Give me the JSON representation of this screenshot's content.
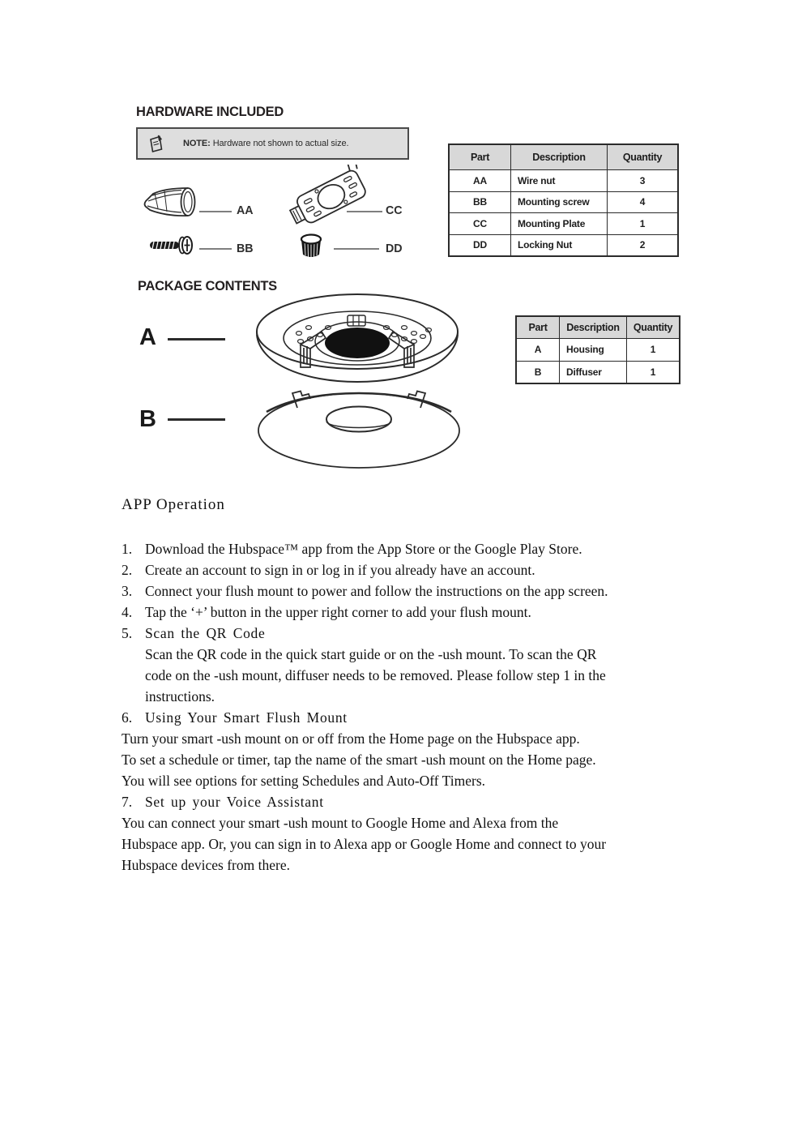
{
  "hardware_section": {
    "heading": "HARDWARE INCLUDED",
    "note": {
      "label": "NOTE:",
      "text": " Hardware not shown to actual size.",
      "icon": "note-icon"
    },
    "items": [
      {
        "label": "AA",
        "icon": "wire-nut-illustration"
      },
      {
        "label": "BB",
        "icon": "mounting-screw-illustration"
      },
      {
        "label": "CC",
        "icon": "mounting-plate-illustration"
      },
      {
        "label": "DD",
        "icon": "locking-nut-illustration"
      }
    ],
    "table": {
      "headers": [
        "Part",
        "Description",
        "Quantity"
      ],
      "rows": [
        [
          "AA",
          "Wire nut",
          "3"
        ],
        [
          "BB",
          "Mounting screw",
          "4"
        ],
        [
          "CC",
          "Mounting Plate",
          "1"
        ],
        [
          "DD",
          "Locking Nut",
          "2"
        ]
      ]
    }
  },
  "package_section": {
    "heading": "PACKAGE CONTENTS",
    "items": [
      {
        "label": "A",
        "icon": "housing-illustration"
      },
      {
        "label": "B",
        "icon": "diffuser-illustration"
      }
    ],
    "table": {
      "headers": [
        "Part",
        "Description",
        "Quantity"
      ],
      "rows": [
        [
          "A",
          "Housing",
          "1"
        ],
        [
          "B",
          "Diffuser",
          "1"
        ]
      ]
    }
  },
  "app_operation": {
    "title": "APP Operation",
    "lines": [
      {
        "num": "1.",
        "text": "Download the Hubspace™ app from the App Store or the Google Play Store."
      },
      {
        "num": "2.",
        "text": "Create an account to sign in or log in if you already have an account."
      },
      {
        "num": "3.",
        "text": "Connect your flush mount to power and follow the instructions on the app screen."
      },
      {
        "num": "4.",
        "text": "Tap the ‘+’ button in the upper right corner to add your flush mount."
      },
      {
        "num": "5.",
        "text": "Scan the QR Code"
      },
      {
        "num": "",
        "text": "Scan the QR code in the quick start guide or on the -ush mount. To scan the QR"
      },
      {
        "num": "",
        "text": "code on the -ush mount, diffuser needs to be removed. Please follow step 1 in the"
      },
      {
        "num": "",
        "text": "instructions."
      },
      {
        "num": "6.",
        "text": "Using Your Smart Flush Mount"
      },
      {
        "text": "Turn your smart -ush mount on or off from the Home page on the Hubspace app."
      },
      {
        "text": "To set a schedule or timer, tap the name of the smart -ush mount on the Home page."
      },
      {
        "text": "You will see options for setting Schedules and Auto-Off Timers."
      },
      {
        "num": "7.",
        "text": "Set up your Voice Assistant"
      },
      {
        "text": "You can connect your smart -ush mount to Google Home and Alexa from the"
      },
      {
        "text": "Hubspace app. Or, you can sign in to Alexa app or Google Home and connect to your"
      },
      {
        "text": "Hubspace devices from there."
      }
    ]
  },
  "colors": {
    "table_header_bg": "#d8d8d8",
    "note_bg": "#dedede",
    "line_art": "#2a2a2a",
    "leader_line": "#7f7f7f"
  }
}
